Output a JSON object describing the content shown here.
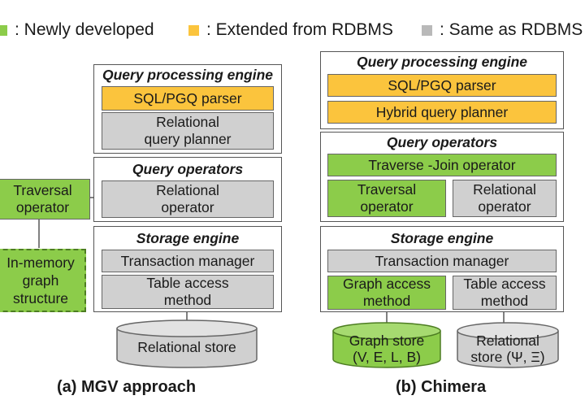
{
  "legend": [
    {
      "label": ": Newly developed",
      "color": "#8ccc4a"
    },
    {
      "label": ": Extended from RDBMS",
      "color": "#fbc43d"
    },
    {
      "label": ": Same as RDBMS",
      "color": "#b9b9b9"
    }
  ],
  "colors": {
    "green": "#8ccc4a",
    "yellow": "#fbc43d",
    "gray": "#d0d0d0"
  },
  "mgv": {
    "qpe_title": "Query processing engine",
    "parser": "SQL/PGQ parser",
    "planner": "Relational\nquery planner",
    "qo_title": "Query operators",
    "rel_operator": "Relational\noperator",
    "se_title": "Storage engine",
    "txn": "Transaction manager",
    "table_access": "Table access\nmethod",
    "store": "Relational store",
    "traversal": "Traversal\noperator",
    "inmem": "In-memory\ngraph\nstructure",
    "caption": "(a) MGV approach"
  },
  "chimera": {
    "qpe_title": "Query processing engine",
    "parser": "SQL/PGQ parser",
    "planner": "Hybrid query planner",
    "qo_title": "Query operators",
    "traverse_join": "Traverse -Join operator",
    "traversal": "Traversal\noperator",
    "rel_operator": "Relational\noperator",
    "se_title": "Storage engine",
    "txn": "Transaction manager",
    "graph_access": "Graph access\nmethod",
    "table_access": "Table access\nmethod",
    "graph_store": "Graph store\n(V, E, L, B)",
    "rel_store": "Relational\nstore (Ψ, Ξ)",
    "caption": "(b) Chimera"
  }
}
